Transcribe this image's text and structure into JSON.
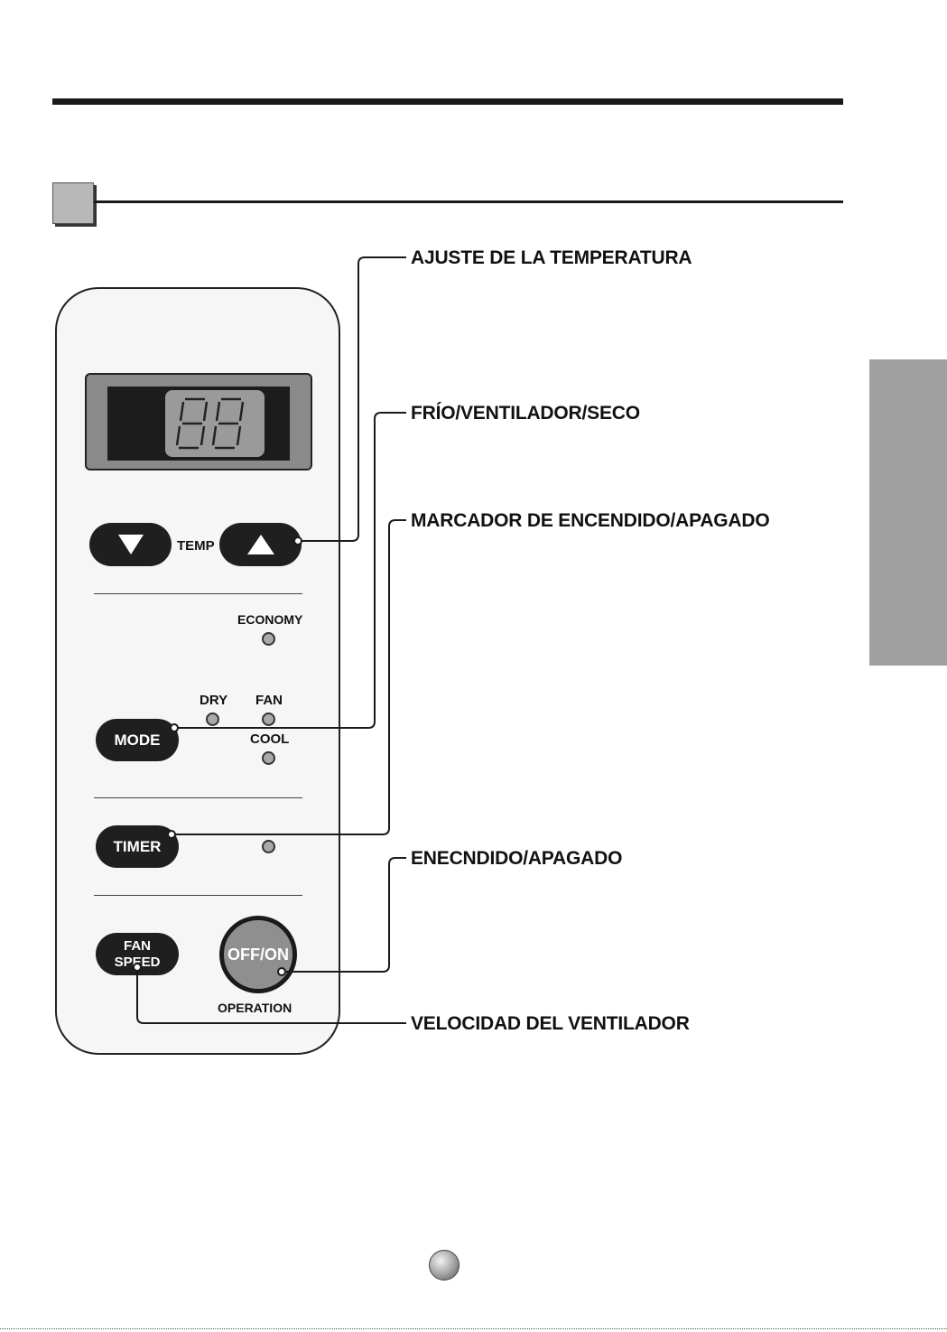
{
  "display": {
    "digits": "88"
  },
  "remote": {
    "temp_label": "TEMP",
    "economy_label": "ECONOMY",
    "dry_label": "DRY",
    "fan_label": "FAN",
    "cool_label": "COOL",
    "mode_label": "MODE",
    "timer_label": "TIMER",
    "fan_speed_line1": "FAN",
    "fan_speed_line2": "SPEED",
    "offon_label": "OFF/ON",
    "operation_label": "OPERATION"
  },
  "callouts": {
    "temperature": "AJUSTE DE LA TEMPERATURA",
    "mode": "FRÍO/VENTILADOR/SECO",
    "timer": "MARCADOR DE ENCENDIDO/APAGADO",
    "power": "ENECNDIDO/APAGADO",
    "fan_speed": "VELOCIDAD DEL VENTILADOR"
  },
  "colors": {
    "ink": "#1a1a1a",
    "panel_gray": "#a0a0a0",
    "button": "#1f1f1f"
  }
}
